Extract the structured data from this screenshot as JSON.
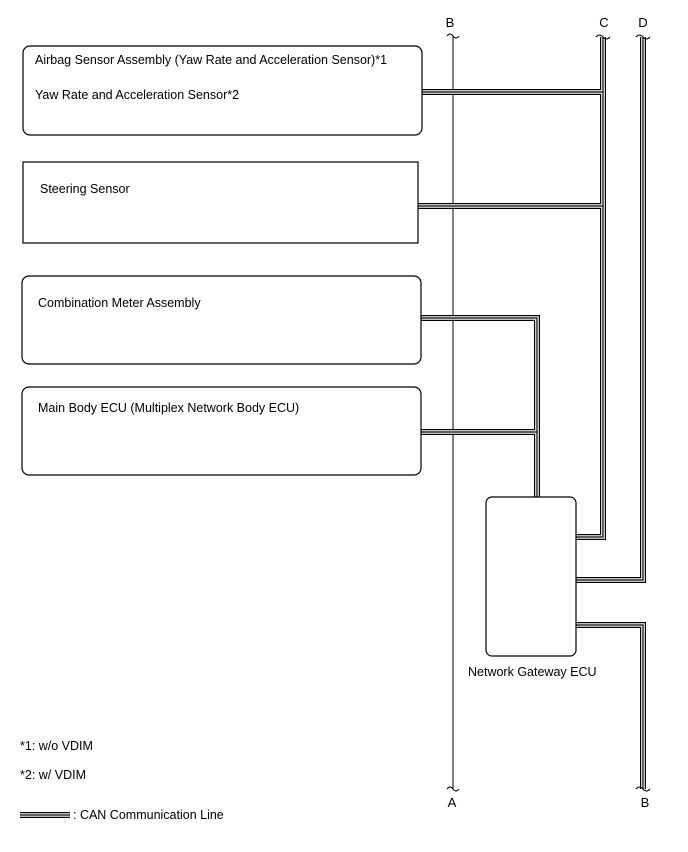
{
  "colors": {
    "line": "#000000",
    "background": "#ffffff"
  },
  "connectors": {
    "top_b": "B",
    "top_c": "C",
    "top_d": "D",
    "bottom_a": "A",
    "bottom_b": "B"
  },
  "components": {
    "airbag_sensor": {
      "line1": "Airbag Sensor Assembly (Yaw Rate and Acceleration Sensor)*1",
      "line2": "Yaw Rate and Acceleration Sensor*2"
    },
    "steering_sensor": {
      "label": "Steering Sensor"
    },
    "combination_meter": {
      "label": "Combination Meter Assembly"
    },
    "main_body_ecu": {
      "label": "Main Body ECU (Multiplex Network Body ECU)"
    },
    "network_gateway_ecu": {
      "label": "Network Gateway ECU"
    }
  },
  "notes": [
    "*1: w/o VDIM",
    "*2: w/ VDIM"
  ],
  "legend": {
    "can_line": ": CAN Communication Line"
  }
}
